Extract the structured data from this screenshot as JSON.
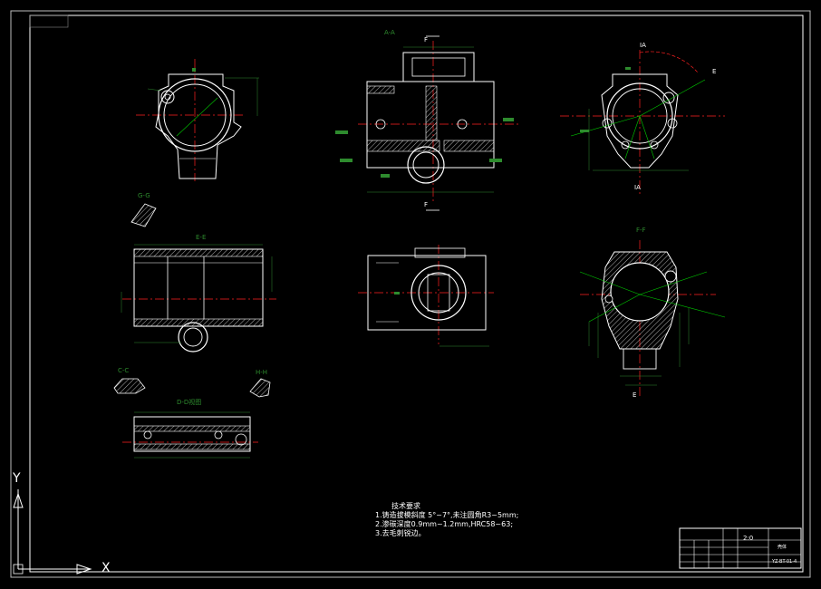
{
  "colors": {
    "background": "#000000",
    "outline": "#ffffff",
    "center_line": "#ff2020",
    "dimension": "#2e8b2e",
    "leader": "#00cc00",
    "hatch": "#ffffff"
  },
  "views": {
    "aa_label": "A-A",
    "ee_label": "E-E",
    "ff_label": "F-F",
    "gg_label": "G-G",
    "cc_label": "C-C",
    "hh_label": "H-H",
    "dd_label": "D-D视图",
    "f_top": "F",
    "f_bottom": "F",
    "e_right": "E",
    "e_bottom": "E",
    "ia_top": "IA",
    "ia_bottom": "IA"
  },
  "technical_notes": {
    "heading": "技术要求",
    "lines": [
      "1.铸造拔模斜度 5°~7°,未注圆角R3~5mm;",
      "2.渗碳深度0.9mm~1.2mm,HRC58~63;",
      "3.去毛刺锐边。"
    ]
  },
  "title_block": {
    "scale": "2:0",
    "sheet_label": "壳体",
    "drawing_code": "YZ-BT-01-4"
  },
  "ucs": {
    "x_label": "X",
    "y_label": "Y"
  }
}
